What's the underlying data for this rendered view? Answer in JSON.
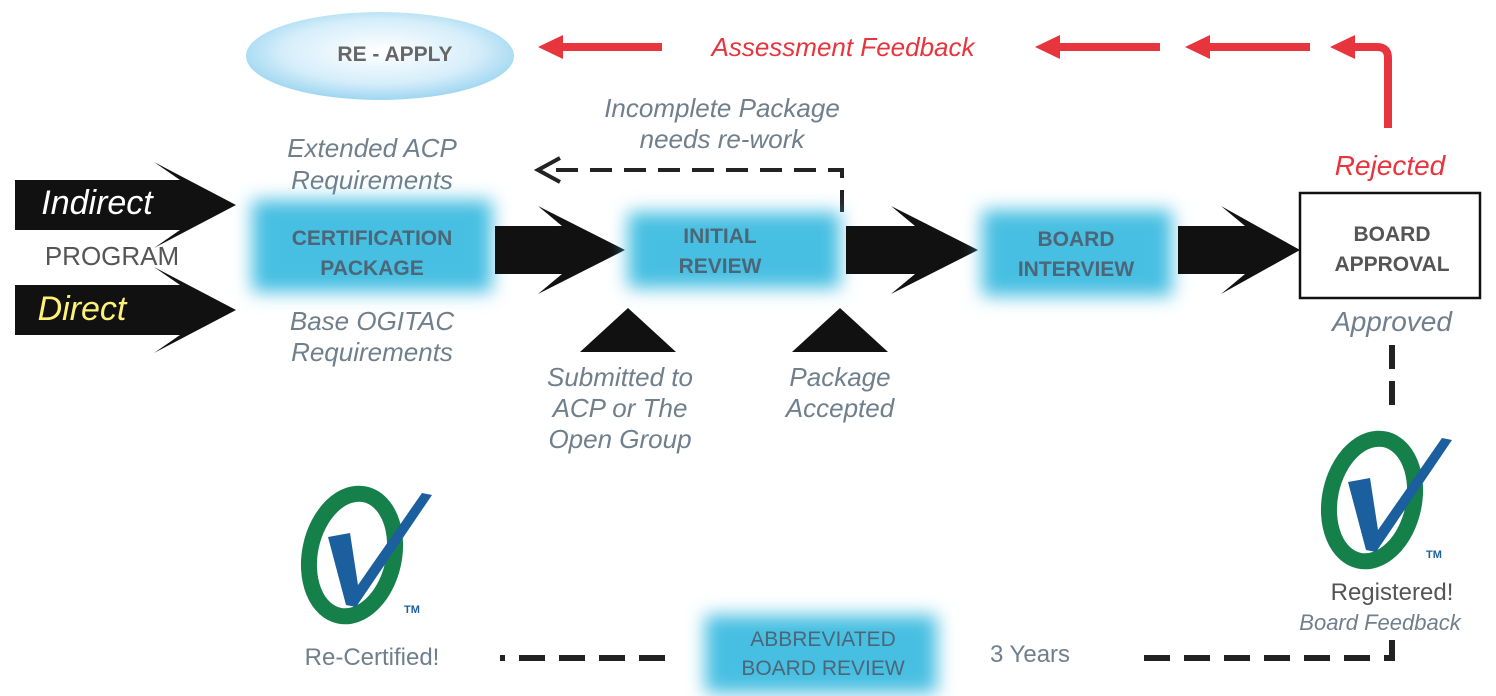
{
  "program_label": "PROGRAM",
  "indirect_label": "Indirect",
  "direct_label": "Direct",
  "extended_req": [
    "Extended ACP",
    "Requirements"
  ],
  "base_req": [
    "Base OGITAC",
    "Requirements"
  ],
  "cert_package": [
    "CERTIFICATION",
    "PACKAGE"
  ],
  "initial_review": [
    "INITIAL",
    "REVIEW"
  ],
  "board_interview": [
    "BOARD",
    "INTERVIEW"
  ],
  "board_approval": [
    "BOARD",
    "APPROVAL"
  ],
  "incomplete_note": [
    "Incomplete Package",
    "needs re-work"
  ],
  "submitted_note": [
    "Submitted to",
    "ACP or The",
    "Open Group"
  ],
  "accepted_note": [
    "Package",
    "Accepted"
  ],
  "rejected_label": "Rejected",
  "approved_label": "Approved",
  "reapply_label": "RE - APPLY",
  "assessment_feedback": "Assessment Feedback",
  "registered_label": "Registered!",
  "board_feedback": "Board Feedback",
  "recertified_label": "Re-Certified!",
  "abbreviated_review": [
    "ABBREVIATED",
    "BOARD REVIEW"
  ],
  "years_label": "3 Years",
  "trademark": "TM",
  "colors": {
    "feedback_red": "#e8343c",
    "stage_blue": "#47bfe2",
    "text_gray": "#6f7f8c",
    "logo_green": "#16804a",
    "logo_blue": "#1c5f9e",
    "direct_yellow": "#fff176"
  }
}
